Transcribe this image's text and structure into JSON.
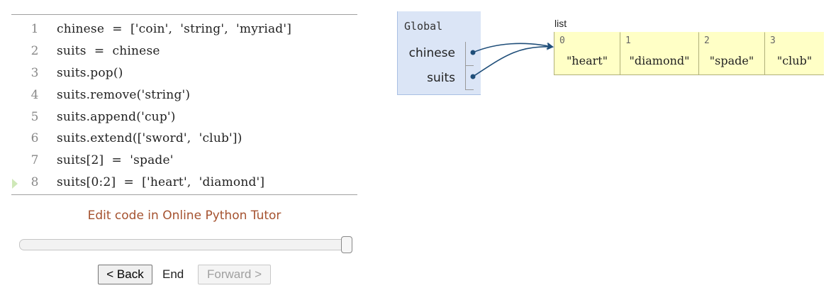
{
  "code": {
    "lines": [
      {
        "no": "1",
        "text": "chinese  =  ['coin',  'string',  'myriad']"
      },
      {
        "no": "2",
        "text": "suits  =  chinese"
      },
      {
        "no": "3",
        "text": "suits.pop()"
      },
      {
        "no": "4",
        "text": "suits.remove('string')"
      },
      {
        "no": "5",
        "text": "suits.append('cup')"
      },
      {
        "no": "6",
        "text": "suits.extend(['sword',  'club'])"
      },
      {
        "no": "7",
        "text": "suits[2]  =  'spade'"
      },
      {
        "no": "8",
        "text": "suits[0:2]  =  ['heart',  'diamond']"
      }
    ],
    "current_line": 8
  },
  "edit_link": "Edit code in Online Python Tutor",
  "slider": {
    "position": 1.0
  },
  "nav": {
    "back_label": "< Back",
    "step_label": "End",
    "forward_label": "Forward >"
  },
  "frame": {
    "title": "Global",
    "vars": [
      {
        "name": "chinese"
      },
      {
        "name": "suits"
      }
    ]
  },
  "list": {
    "label": "list",
    "items": [
      {
        "index": "0",
        "value": "\"heart\""
      },
      {
        "index": "1",
        "value": "\"diamond\""
      },
      {
        "index": "2",
        "value": "\"spade\""
      },
      {
        "index": "3",
        "value": "\"club\""
      }
    ]
  },
  "colors": {
    "frame_bg": "#dbe5f6",
    "list_bg": "#ffffc6",
    "arrow": "#1f4e79",
    "link": "#a5522f",
    "current_line_arrow": "#cfe8b8"
  }
}
